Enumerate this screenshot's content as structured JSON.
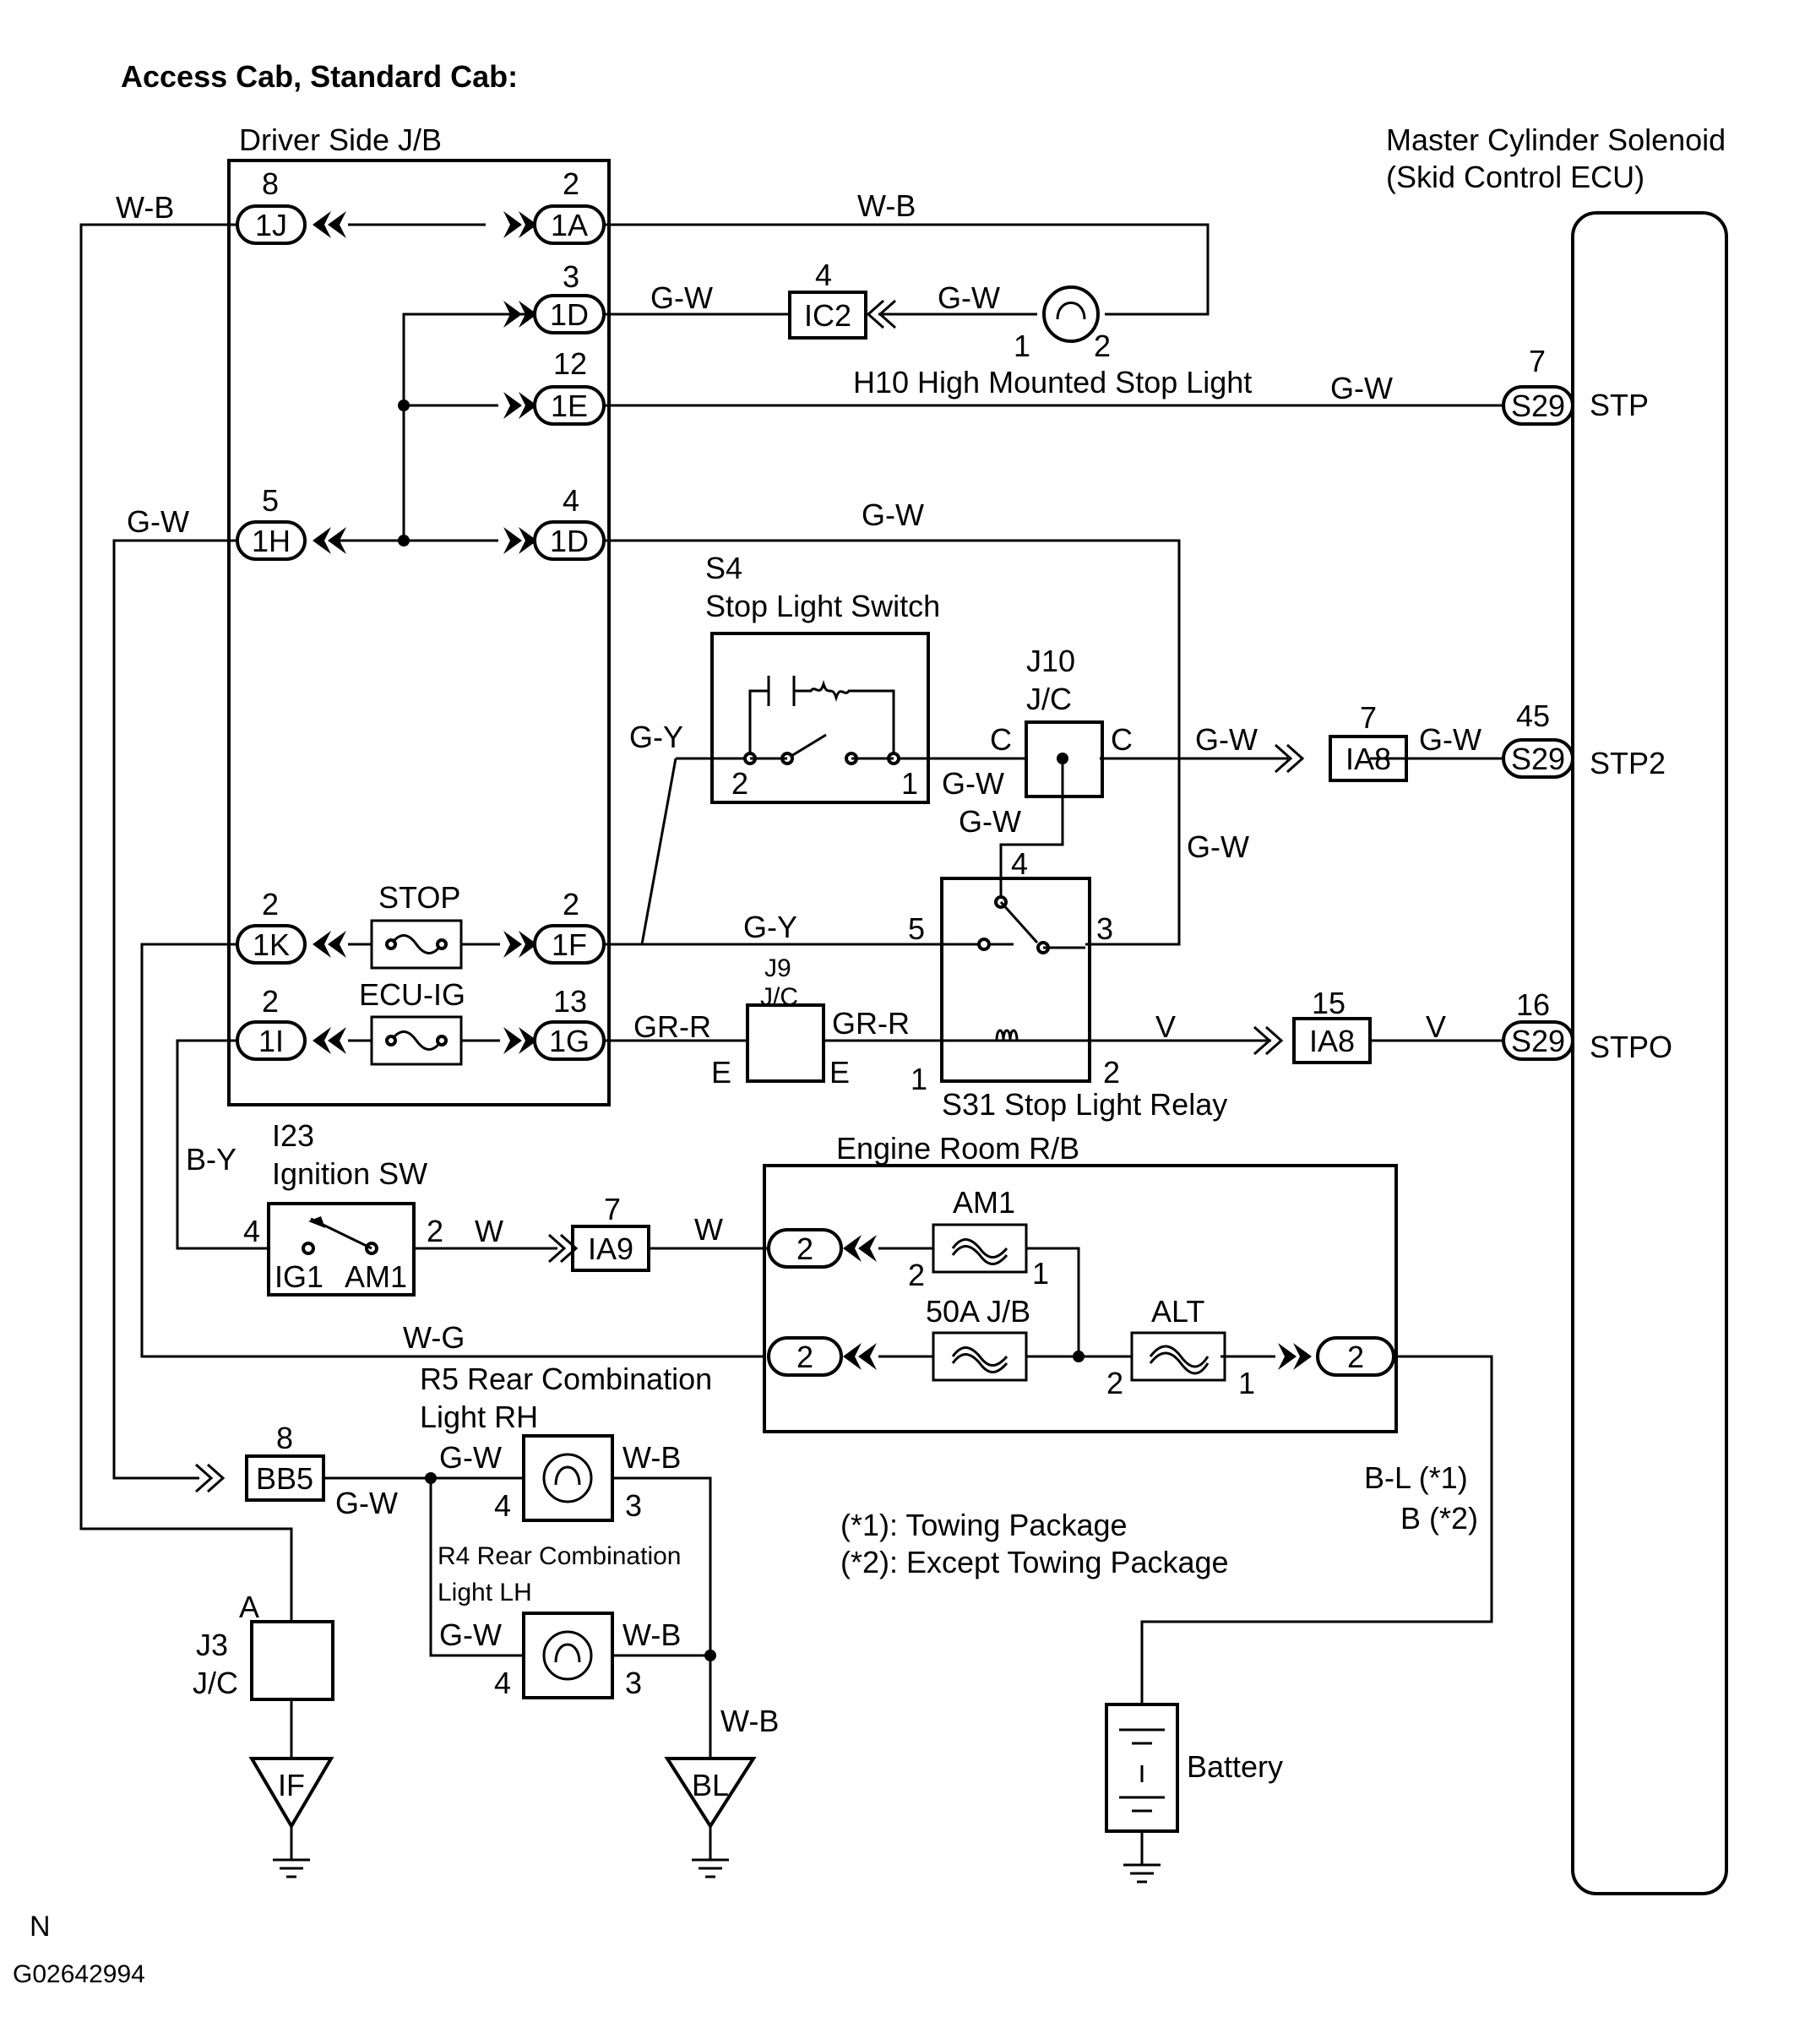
{
  "header": {
    "title": "Access Cab, Standard Cab:"
  },
  "blocks": {
    "driver_jb": "Driver Side J/B",
    "ecu_line1": "Master Cylinder Solenoid",
    "ecu_line2": "(Skid Control ECU)",
    "engine_rb": "Engine Room R/B"
  },
  "connectors": {
    "j1": {
      "pin": "8",
      "name": "1J"
    },
    "a1": {
      "pin": "2",
      "name": "1A"
    },
    "d1top": {
      "pin": "3",
      "name": "1D"
    },
    "e1": {
      "pin": "12",
      "name": "1E"
    },
    "h1": {
      "pin": "5",
      "name": "1H"
    },
    "d1mid": {
      "pin": "4",
      "name": "1D"
    },
    "k1": {
      "pin": "2",
      "name": "1K"
    },
    "f1": {
      "pin": "2",
      "name": "1F"
    },
    "i1": {
      "pin": "2",
      "name": "1I"
    },
    "g1": {
      "pin": "13",
      "name": "1G"
    },
    "ic2": {
      "pin": "4",
      "name": "IC2"
    },
    "ia8a": {
      "pin": "7",
      "name": "IA8"
    },
    "ia8b": {
      "pin": "15",
      "name": "IA8"
    },
    "ia9": {
      "pin": "7",
      "name": "IA9"
    },
    "bb5": {
      "pin": "8",
      "name": "BB5"
    },
    "s29_stp": {
      "pin": "7",
      "name": "S29"
    },
    "s29_stp2": {
      "pin": "45",
      "name": "S29"
    },
    "s29_stpo": {
      "pin": "16",
      "name": "S29"
    },
    "rb_w": {
      "pin": "2"
    },
    "rb_wg": {
      "pin": "2"
    },
    "rb_alt": {
      "pin": "2"
    }
  },
  "ecu_terminals": {
    "stp": "STP",
    "stp2": "STP2",
    "stpo": "STPO"
  },
  "fuses": {
    "stop": "STOP",
    "ecu_ig": "ECU-IG",
    "am1": "AM1",
    "j50a": "50A J/B",
    "alt": "ALT",
    "am1_pin_left": "2",
    "am1_pin_right": "1",
    "alt_pin_left": "2",
    "alt_pin_right": "1"
  },
  "wires": {
    "wb_left": "W-B",
    "wb_top": "W-B",
    "gw_1d": "G-W",
    "gw_ic2": "G-W",
    "gw_stp": "G-W",
    "gw_left": "G-W",
    "gw_top2": "G-W",
    "gy_switch": "G-Y",
    "gw_sw_out": "G-W",
    "gw_c_right": "G-W",
    "gw_ia8": "G-W",
    "gw_j10_down": "G-W",
    "gw_right_v": "G-W",
    "gy_1f": "G-Y",
    "grr_left": "GR-R",
    "grr_right": "GR-R",
    "v_left": "V",
    "v_right": "V",
    "by": "B-Y",
    "w_ign": "W",
    "w_ia9": "W",
    "wg": "W-G",
    "gw_bb5": "G-W",
    "gw_r5": "G-W",
    "wb_r5": "W-B",
    "gw_r4": "G-W",
    "wb_r4": "W-B",
    "wb_bl": "W-B",
    "bl_1": "B-L (*1)",
    "b_2": "B (*2)"
  },
  "components": {
    "h10": {
      "label": "H10 High Mounted Stop Light",
      "pin1": "1",
      "pin2": "2"
    },
    "s4": {
      "code": "S4",
      "name": "Stop Light Switch",
      "pin2": "2",
      "pin1": "1"
    },
    "j10": {
      "code": "J10",
      "name": "J/C",
      "c_left": "C",
      "c_right": "C"
    },
    "j9": {
      "code": "J9",
      "name": "J/C",
      "e_left": "E",
      "e_right": "E"
    },
    "s31": {
      "label": "S31 Stop Light Relay",
      "p1": "1",
      "p2": "2",
      "p3": "3",
      "p4": "4",
      "p5": "5"
    },
    "i23": {
      "code": "I23",
      "name": "Ignition SW",
      "ig1": "IG1",
      "am1": "AM1",
      "p4": "4",
      "p2": "2"
    },
    "r5": {
      "line1": "R5 Rear Combination",
      "line2": "Light RH",
      "p4": "4",
      "p3": "3"
    },
    "r4": {
      "line1": "R4 Rear Combination",
      "line2": "Light LH",
      "p4": "4",
      "p3": "3"
    },
    "j3": {
      "pin": "A",
      "code": "J3",
      "name": "J/C"
    },
    "battery": "Battery",
    "ground_if": "IF",
    "ground_bl": "BL"
  },
  "notes": {
    "n1": "(*1): Towing Package",
    "n2": "(*2): Except Towing Package"
  },
  "footer": {
    "letter": "N",
    "code": "G02642994"
  }
}
